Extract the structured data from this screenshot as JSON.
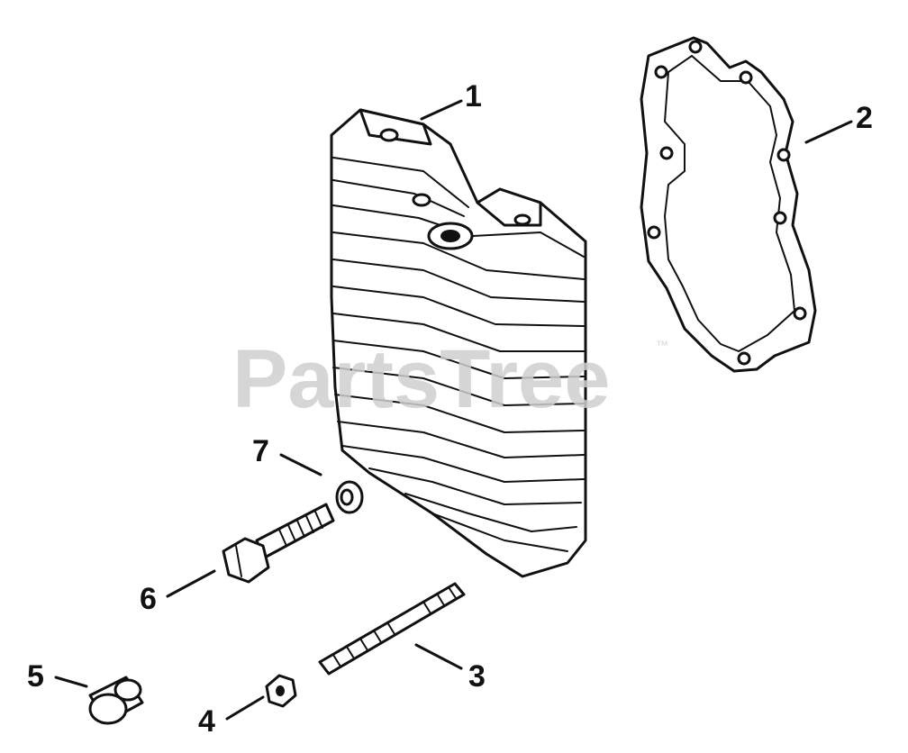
{
  "watermark": {
    "text": "PartsTree",
    "trademark": "™"
  },
  "callouts": [
    {
      "number": "1"
    },
    {
      "number": "2"
    },
    {
      "number": "3"
    },
    {
      "number": "4"
    },
    {
      "number": "5"
    },
    {
      "number": "6"
    },
    {
      "number": "7"
    }
  ],
  "colors": {
    "ink": "#111111",
    "watermark": "#cfcfcf",
    "background": "#ffffff"
  }
}
